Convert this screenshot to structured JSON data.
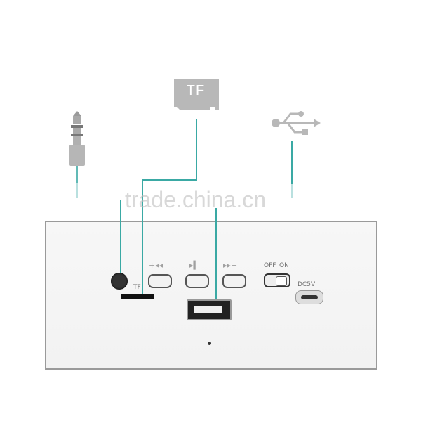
{
  "tf_card": {
    "label": "TF"
  },
  "watermark": {
    "text": "trade.china.cn"
  },
  "panel": {
    "tf_label": "TF",
    "button_labels": {
      "volume_prev": "+◂◂",
      "play_pause": "▸▍",
      "next_volume": "▸▸−"
    },
    "switch_labels": {
      "off": "OFF",
      "on": "ON"
    },
    "dc_label": "DC5V"
  },
  "colors": {
    "connector": "#3aa9a4",
    "icon_gray": "#b8b8b8"
  },
  "icons": [
    "audio-jack-plug-icon",
    "tf-card-icon",
    "usb-symbol-icon"
  ]
}
